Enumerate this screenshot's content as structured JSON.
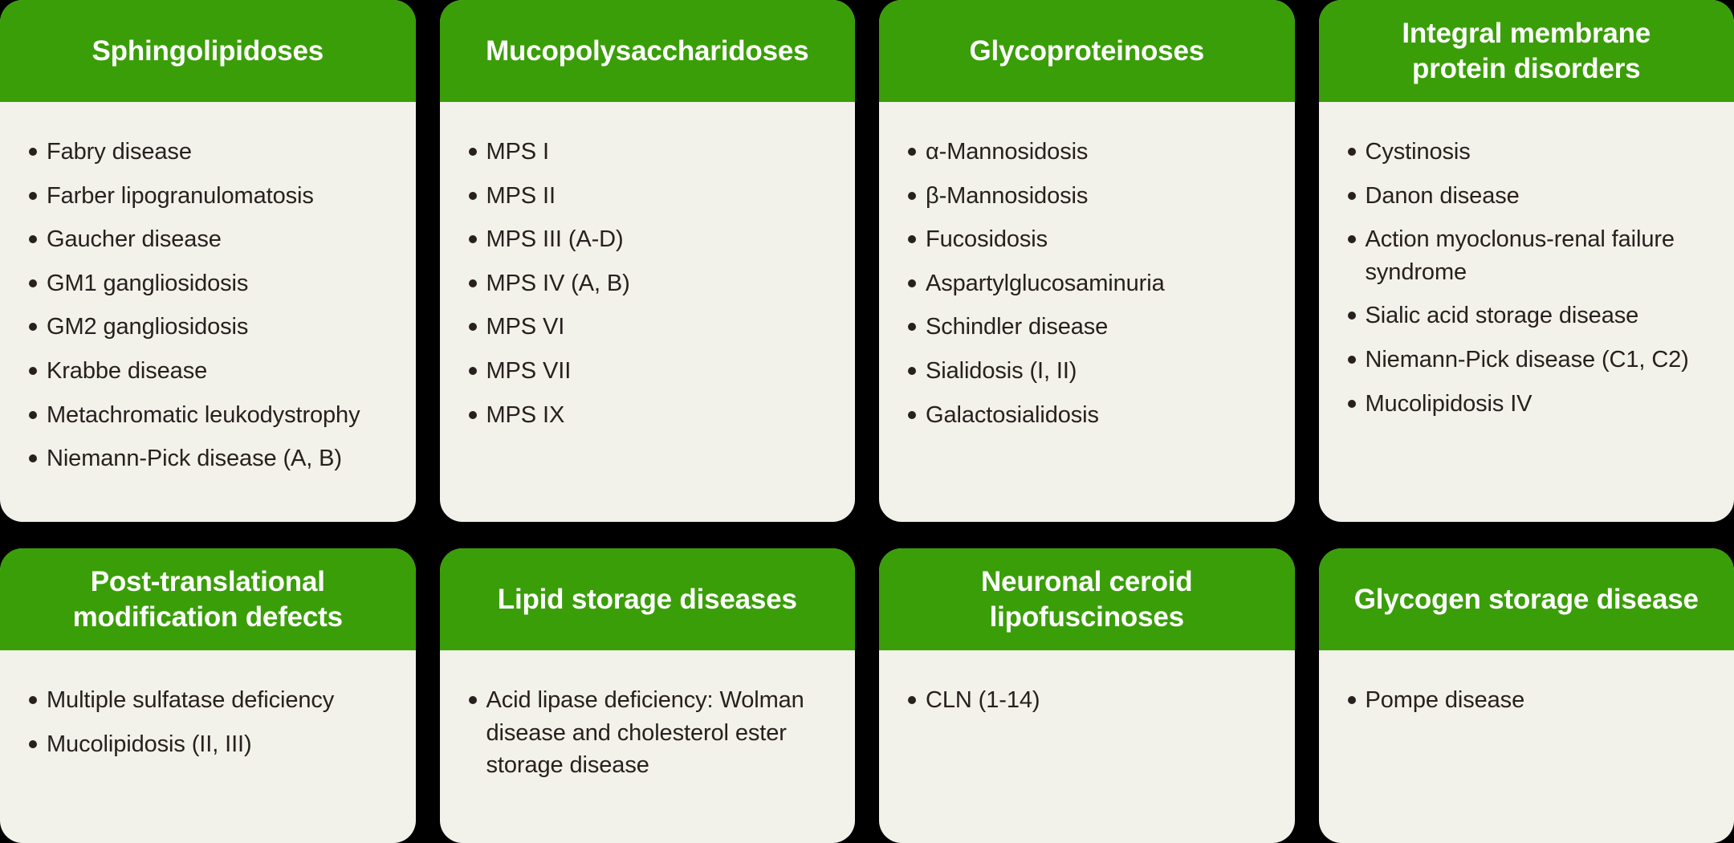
{
  "theme": {
    "page_background": "#000000",
    "header_green": "#3a9e08",
    "card_background": "#f2f1ea",
    "header_text_color": "#ffffff",
    "item_text_color": "#27201e"
  },
  "cards": [
    {
      "title": "Sphingolipidoses",
      "items": [
        "Fabry disease",
        "Farber lipogranulomatosis",
        "Gaucher disease",
        "GM1 gangliosidosis",
        "GM2 gangliosidosis",
        "Krabbe disease",
        "Metachromatic leukodystrophy",
        "Niemann-Pick disease (A, B)"
      ]
    },
    {
      "title": "Mucopolysaccharidoses",
      "items": [
        "MPS I",
        "MPS II",
        "MPS III (A-D)",
        "MPS IV (A, B)",
        "MPS VI",
        "MPS VII",
        "MPS IX"
      ]
    },
    {
      "title": "Glycoproteinoses",
      "items": [
        "α-Mannosidosis",
        "β-Mannosidosis",
        "Fucosidosis",
        "Aspartylglucosaminuria",
        "Schindler disease",
        "Sialidosis (I, II)",
        "Galactosialidosis"
      ]
    },
    {
      "title": "Integral membrane\nprotein disorders",
      "items": [
        "Cystinosis",
        "Danon disease",
        "Action myoclonus-renal failure\nsyndrome",
        "Sialic acid storage disease",
        "Niemann-Pick disease (C1, C2)",
        "Mucolipidosis IV"
      ]
    },
    {
      "title": "Post-translational\nmodification defects",
      "items": [
        "Multiple sulfatase deficiency",
        "Mucolipidosis (II, III)"
      ]
    },
    {
      "title": "Lipid storage diseases",
      "items": [
        "Acid lipase deficiency: Wolman\ndisease and cholesterol ester\nstorage disease"
      ]
    },
    {
      "title": "Neuronal ceroid\nlipofuscinoses",
      "items": [
        "CLN (1-14)"
      ]
    },
    {
      "title": "Glycogen storage disease",
      "items": [
        "Pompe disease"
      ]
    }
  ]
}
